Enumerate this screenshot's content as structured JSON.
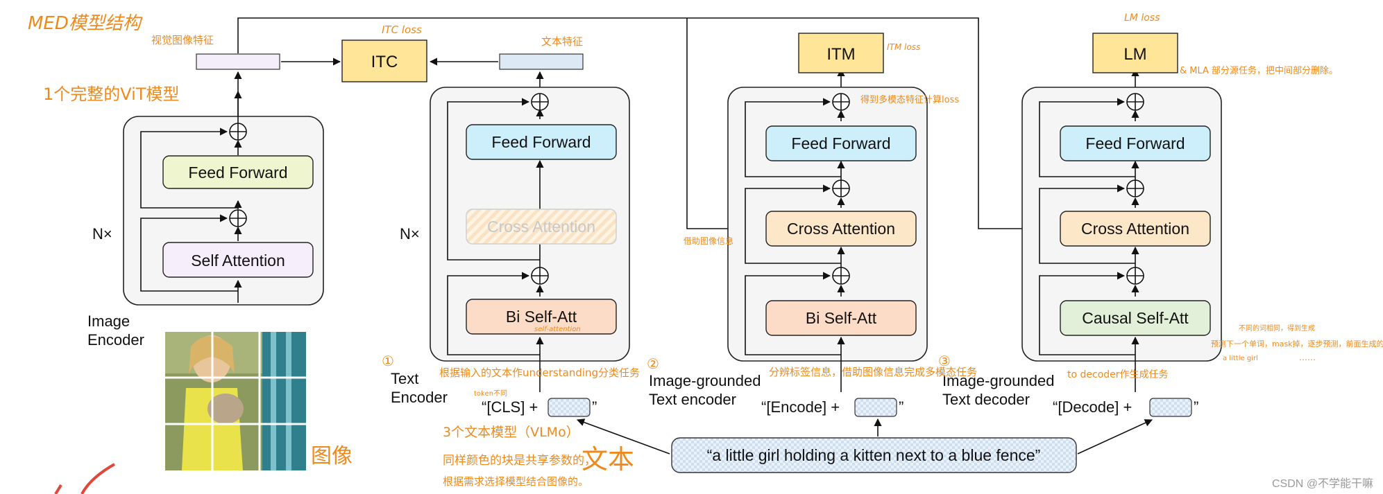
{
  "colors": {
    "accent_handwriting": "#ee8a1c",
    "loss_box": "#ffe598",
    "feed_forward_image": "#eff6cf",
    "self_attention": "#f6eefb",
    "feed_forward_text": "#cdeffb",
    "cross_attention": "#fde7c9",
    "bi_self_att": "#fcdcc7",
    "causal_self_att": "#e2f0d9"
  },
  "image_encoder": {
    "caption_line1": "Image",
    "caption_line2": "Encoder",
    "feed_forward": "Feed Forward",
    "self_attention": "Self Attention",
    "nx": "N×",
    "illustration": "image-patches-icon"
  },
  "itc": {
    "label": "ITC"
  },
  "text_encoder": {
    "caption_line1": "Text",
    "caption_line2": "Encoder",
    "feed_forward": "Feed Forward",
    "cross_attention": "Cross Attention",
    "bi_self_att": "Bi Self-Att",
    "nx": "N×",
    "token_prefix": "“[CLS] +",
    "token_suffix": "”"
  },
  "grounded_encoder": {
    "caption_line1": "Image-grounded",
    "caption_line2": "Text encoder",
    "loss": "ITM",
    "feed_forward": "Feed Forward",
    "cross_attention": "Cross Attention",
    "bi_self_att": "Bi Self-Att",
    "token_prefix": "“[Encode] +",
    "token_suffix": "”"
  },
  "grounded_decoder": {
    "caption_line1": "Image-grounded",
    "caption_line2": "Text decoder",
    "loss": "LM",
    "feed_forward": "Feed Forward",
    "cross_attention": "Cross Attention",
    "causal_self_att": "Causal Self-Att",
    "token_prefix": "“[Decode] +",
    "token_suffix": "”"
  },
  "caption_text": "“a little girl holding a kitten next to a blue fence”",
  "watermark": "CSDN @不学能干嘛",
  "annotations": {
    "med_structure": "MED模型结构",
    "visual_feature": "视觉图像特征",
    "itc_loss": "ITC loss",
    "text_feature": "文本特征",
    "vit_model": "1个完整的ViT模型",
    "itm_loss": "ITM loss",
    "lm_loss": "LM loss",
    "lm_note": "& MLA 部分源任务，把中间部分删除。",
    "itm_note": "得到多模态特征计算loss",
    "grounded_note": "借助图像信息",
    "self_attention_note": "self-attention",
    "num1": "①",
    "num2": "②",
    "num3": "③",
    "te_note": "根据输入的文本作understanding分类任务",
    "token_note": "token不同",
    "enc_note": "分辨标签信息，借助图像信息完成多模态任务",
    "dec_note": "to decoder作生成任务",
    "causal_note1": "不同的词相同，得到生成",
    "causal_note2": "预测下一个单词，mask掉，逐步预测，前面生成的文本来生成后面的文本",
    "causal_note3": "a little girl",
    "causal_note4": "……",
    "three_models": "3个文本模型（VLMo）",
    "shared_params1": "同样颜色的块是共享参数的，",
    "shared_params2": "根据需求选择模型结合图像的。",
    "text_label": "文本",
    "image_label": "图像"
  }
}
